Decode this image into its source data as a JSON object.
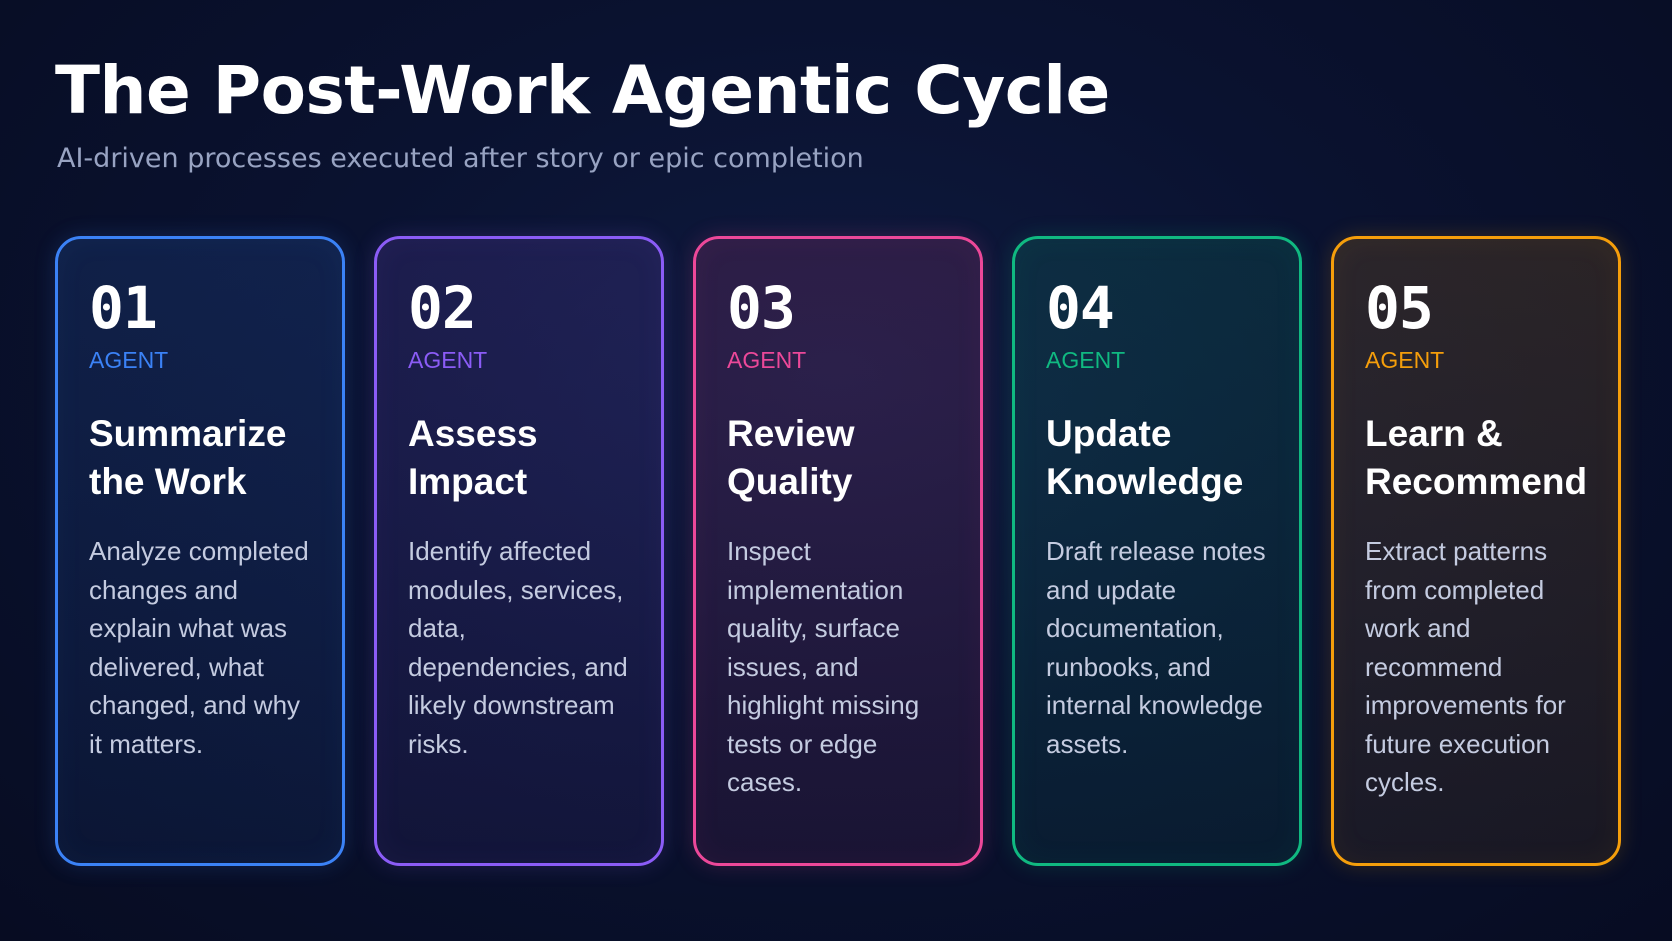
{
  "header": {
    "title": "The Post-Work Agentic Cycle",
    "subtitle": "AI-driven processes executed after story or epic completion"
  },
  "cards": [
    {
      "number": "01",
      "tag": "AGENT",
      "heading_line1": "Summarize",
      "heading_line2": "the Work",
      "description": "Analyze completed changes and explain what was delivered, what changed, and why it matters.",
      "accent_color": "#3b82f6"
    },
    {
      "number": "02",
      "tag": "AGENT",
      "heading_line1": "Assess",
      "heading_line2": "Impact",
      "description": "Identify affected modules, services, data, dependencies, and likely downstream risks.",
      "accent_color": "#8b5cf6"
    },
    {
      "number": "03",
      "tag": "AGENT",
      "heading_line1": "Review",
      "heading_line2": "Quality",
      "description": "Inspect implementation quality, surface issues, and highlight missing tests or edge cases.",
      "accent_color": "#ec4899"
    },
    {
      "number": "04",
      "tag": "AGENT",
      "heading_line1": "Update",
      "heading_line2": "Knowledge",
      "description": "Draft release notes and update documentation, runbooks, and internal knowledge assets.",
      "accent_color": "#10b981"
    },
    {
      "number": "05",
      "tag": "AGENT",
      "heading_line1": "Learn &",
      "heading_line2": "Recommend",
      "description": "Extract patterns from completed work and recommend improvements for future execution cycles.",
      "accent_color": "#f59e0b"
    }
  ]
}
